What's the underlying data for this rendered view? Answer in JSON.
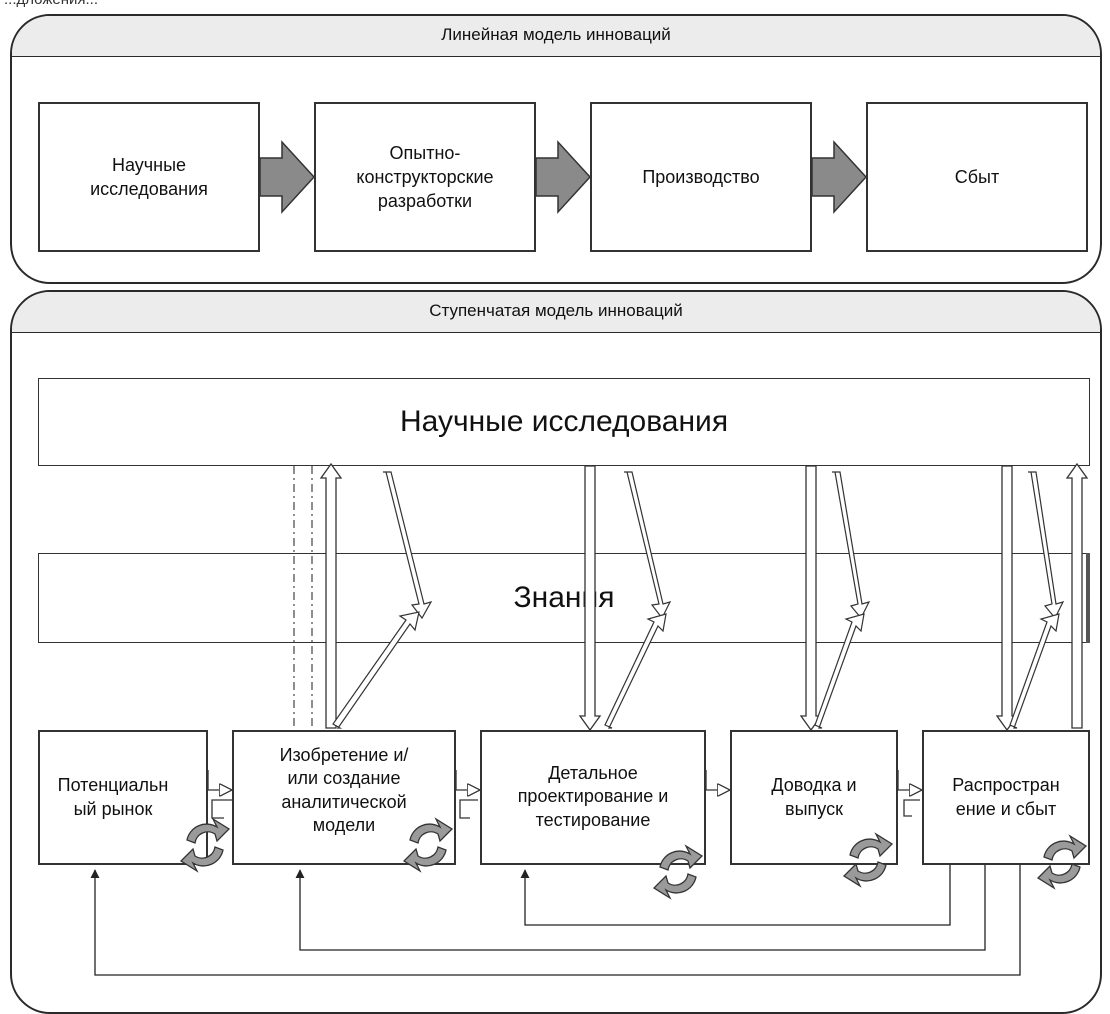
{
  "top_fragment": "...дложения...",
  "linear_model": {
    "title": "Линейная модель инноваций",
    "boxes": [
      {
        "lines": [
          "Научные",
          "исследования"
        ]
      },
      {
        "lines": [
          "Опытно-",
          "конструкторские",
          "разработки"
        ]
      },
      {
        "lines": [
          "Производство"
        ]
      },
      {
        "lines": [
          "Сбыт"
        ]
      }
    ]
  },
  "stepped_model": {
    "title": "Ступенчатая модель инноваций",
    "research_band": "Научные исследования",
    "knowledge_band": "Знания",
    "stages": [
      {
        "lines": [
          "Потенциальн",
          "ый рынок"
        ]
      },
      {
        "lines": [
          "Изобретение и/",
          "или создание",
          "аналитической",
          "модели"
        ]
      },
      {
        "lines": [
          "Детальное",
          "проектирование и",
          "тестирование"
        ]
      },
      {
        "lines": [
          "Доводка и",
          "выпуск"
        ]
      },
      {
        "lines": [
          "Распростран",
          "ение и сбыт"
        ]
      }
    ]
  },
  "colors": {
    "arrow_fill": "#8a8a8a",
    "cycle_fill": "#9a9a9a",
    "stroke": "#333333"
  }
}
